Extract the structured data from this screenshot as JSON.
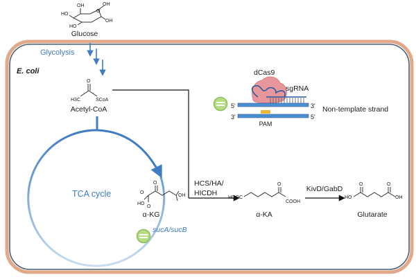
{
  "glucose": {
    "label": "Glucose",
    "atoms": {
      "oh_top1": "OH",
      "oh_top2": "OH",
      "ho_left1": "HO",
      "ho_left2": "HO",
      "oh_right": "OH",
      "ring_o": "O"
    }
  },
  "cell": {
    "label": "E. coli"
  },
  "glycolysis": {
    "label": "Glycolysis"
  },
  "acetyl_coa": {
    "label": "Acetyl-CoA",
    "atoms": {
      "o": "O",
      "h3c": "H3C",
      "scoa": "SCoA"
    }
  },
  "tca": {
    "label": "TCA cycle"
  },
  "akg": {
    "label": "α-KG",
    "atoms": {
      "o_top": "O",
      "o_left": "O",
      "oh_right": "OH",
      "ho_left": "HO",
      "o_bottom": "O"
    }
  },
  "sucab": {
    "label": "sucA/sucB"
  },
  "enzymes1": {
    "line1": "HCS/HA/",
    "line2": "HICDH"
  },
  "aka": {
    "label": "α-KA",
    "atoms": {
      "hooc": "HOOC",
      "o": "O",
      "cooh": "COOH"
    }
  },
  "enzymes2": {
    "label": "KivD/GabD"
  },
  "glutarate": {
    "label": "Glutarate",
    "atoms": {
      "ho": "HO",
      "oh": "OH",
      "o_left": "O",
      "o_right": "O"
    }
  },
  "crispr": {
    "dcas9": "dCas9",
    "sgrna": "sgRNA",
    "strand_label": "Non-template strand",
    "pam": "PAM",
    "five_prime_top": "5'",
    "three_prime_top": "3'",
    "three_prime_bottom": "3'",
    "five_prime_bottom": "5'"
  },
  "colors": {
    "cell_outer": "#e0a98a",
    "cell_inner": "#4a6173",
    "blue": "#3f7cc2",
    "dcas9": "#e7979b",
    "green": "#b6dd84"
  }
}
